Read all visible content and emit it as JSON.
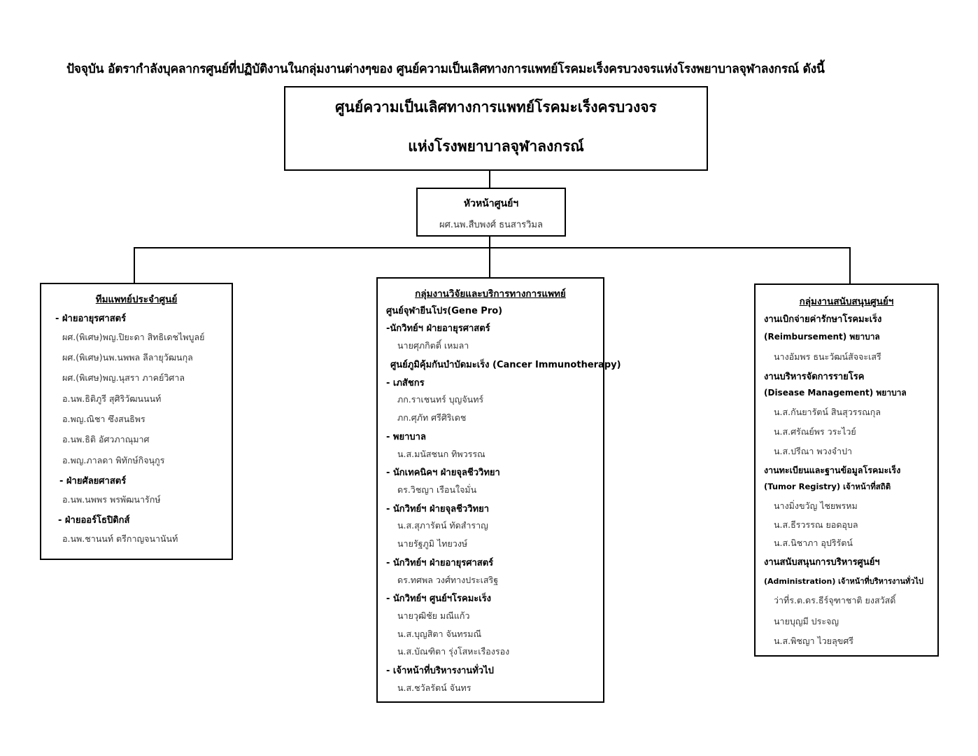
{
  "intro": "ปัจจุบัน อัตรากำลังบุคลากรศูนย์ที่ปฏิบัติงานในกลุ่มงานต่างๆของ ศูนย์ความเป็นเลิศทางการแพทย์โรคมะเร็งครบวงจรแห่งโรงพยาบาลจุฬาลงกรณ์ ดังนี้",
  "top": {
    "line1": "ศูนย์ความเป็นเลิศทางการแพทย์โรคมะเร็งครบวงจร",
    "line2": "แห่งโรงพยาบาลจุฬาลงกรณ์"
  },
  "head": {
    "title": "หัวหน้าศูนย์ฯ",
    "name": "ผศ.นพ.สืบพงศ์ ธนสารวิมล"
  },
  "left": {
    "title": "ทีมแพทย์ประจำศูนย์",
    "rows": [
      "- ฝ่ายอายุรศาสตร์",
      "ผศ.(พิเศษ)พญ.ปิยะดา สิทธิเดชไพบูลย์",
      "ผศ.(พิเศษ)นพ.นพพล ลีลายุวัฒนกุล",
      "ผศ.(พิเศษ)พญ.นุสรา ภาคย์วิศาล",
      "อ.นพ.ธิติภูรี สุศิริวัฒนนนท์",
      "อ.พญ.ณิชา ซึงสนธิพร",
      "อ.นพ.ธิติ อัศวภาณุมาศ",
      "อ.พญ.ภาลดา พิทักษ์กิจนุกูร",
      "- ฝ่ายศัลยศาสตร์",
      "อ.นพ.นพพร พรพัฒนารักษ์",
      "- ฝ่ายออร์โธปิดิกส์",
      "อ.นพ.ชานนท์ ตรีกาญจนานันท์"
    ]
  },
  "mid": {
    "title": "กลุ่มงานวิจัยและบริการทางการแพทย์",
    "rows": [
      "ศูนย์จุฬายีนโปร(Gene Pro)",
      "-นักวิทย์ฯ ฝ่ายอายุรศาสตร์",
      "นายศุภกิตติ์ เหมลา",
      "ศูนย์ภูมิคุ้มกันบำบัดมะเร็ง (Cancer Immunotherapy)",
      "- เภสัชกร",
      "ภก.ราเชนทร์ บุญจันทร์",
      "ภก.ศุภัท ศรีศิริเดช",
      "- พยาบาล",
      "น.ส.มนัสชนก ทิพวรรณ",
      "- นักเทคนิคฯ ฝ่ายจุลชีววิทยา",
      "ดร.วิชญา เรือนใจมั่น",
      "- นักวิทย์ฯ ฝ่ายจุลชีววิทยา",
      "น.ส.สุภารัตน์ ทัดสำราญ",
      "นายรัฐภูมิ ไทยวงษ์",
      "- นักวิทย์ฯ ฝ่ายอายุรศาสตร์",
      "ดร.ทศพล วงศ์ทางประเสริฐ",
      "- นักวิทย์ฯ ศูนย์ฯโรคมะเร็ง",
      "นายวุฒิชัย มณีแก้ว",
      "น.ส.บุญสิตา จันทรมณี",
      "น.ส.บัณฑิตา รุ่งโสหะเรืองรอง",
      "- เจ้าหน้าที่บริหารงานทั่วไป",
      "น.ส.ชวัลรัตน์ จันทร"
    ]
  },
  "right": {
    "title": "กลุ่มงานสนับสนุนศูนย์ฯ",
    "rows": [
      "งานเบิกจ่ายค่ารักษาโรคมะเร็ง",
      "(Reimbursement) พยาบาล",
      "นางอัมพร ธนะวัฒน์สัจจะเสรี",
      "งานบริหารจัดการรายโรค",
      "(Disease Management) พยาบาล",
      "น.ส.กันยารัตน์ สินสุวรรณกุล",
      "น.ส.ศรัณย์พร วระไวย์",
      "น.ส.ปรีณา พวงจำปา",
      "งานทะเบียนและฐานข้อมูลโรคมะเร็ง",
      "(Tumor Registry) เจ้าหน้าที่สถิติ",
      "นางมิ่งขวัญ ไชยพรหม",
      "น.ส.ธีรวรรณ ยอดอุบล",
      "น.ส.นิชาภา อุปริรัตน์",
      "งานสนับสนุนการบริหารศูนย์ฯ",
      "(Administration) เจ้าหน้าที่บริหารงานทั่วไป",
      "ว่าที่ร.ต.ดร.ธีร์จุฑาชาติ ยงสวัสดิ์",
      "นายบุญมี ประจญ",
      "น.ส.พิชญา ไวยลุขศรี"
    ]
  }
}
